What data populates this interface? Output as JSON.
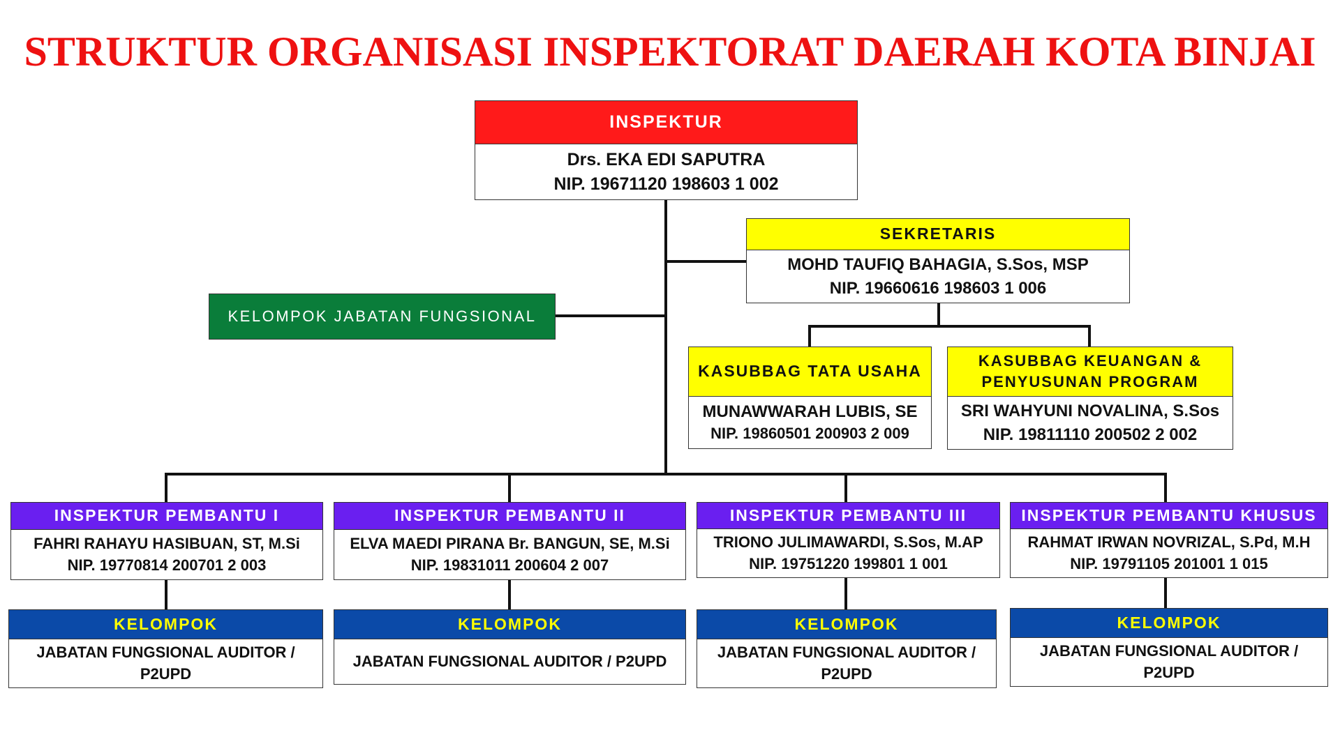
{
  "title": "STRUKTUR ORGANISASI INSPEKTORAT DAERAH KOTA BINJAI",
  "inspektur": {
    "role": "INSPEKTUR",
    "name": "Drs. EKA EDI SAPUTRA",
    "nip": "NIP. 19671120 198603 1 002"
  },
  "sekretaris": {
    "role": "SEKRETARIS",
    "name": "MOHD TAUFIQ BAHAGIA, S.Sos, MSP",
    "nip": "NIP. 19660616 198603 1 006"
  },
  "fungsional": "KELOMPOK JABATAN FUNGSIONAL",
  "kasubbag_tu": {
    "role": "KASUBBAG TATA USAHA",
    "name": "MUNAWWARAH LUBIS, SE",
    "nip": "NIP. 19860501 200903 2 009"
  },
  "kasubbag_keu": {
    "role_line1": "KASUBBAG KEUANGAN &",
    "role_line2": "PENYUSUNAN PROGRAM",
    "name": "SRI WAHYUNI NOVALINA, S.Sos",
    "nip": "NIP. 19811110 200502 2 002"
  },
  "pembantu": [
    {
      "role": "INSPEKTUR PEMBANTU I",
      "name": "FAHRI RAHAYU HASIBUAN, ST, M.Si",
      "nip": "NIP. 19770814 200701 2 003"
    },
    {
      "role": "INSPEKTUR PEMBANTU II",
      "name": "ELVA MAEDI PIRANA Br. BANGUN, SE, M.Si",
      "nip": "NIP. 19831011 200604 2 007"
    },
    {
      "role": "INSPEKTUR PEMBANTU III",
      "name": "TRIONO JULIMAWARDI, S.Sos, M.AP",
      "nip": "NIP. 19751220 199801 1 001"
    },
    {
      "role": "INSPEKTUR PEMBANTU KHUSUS",
      "name": "RAHMAT IRWAN NOVRIZAL, S.Pd, M.H",
      "nip": "NIP. 19791105 201001 1 015"
    }
  ],
  "kelompok": [
    {
      "head": "KELOMPOK",
      "l1": "JABATAN FUNGSIONAL AUDITOR /",
      "l2": "P2UPD"
    },
    {
      "head": "KELOMPOK",
      "l1": "JABATAN FUNGSIONAL AUDITOR / P2UPD",
      "l2": ""
    },
    {
      "head": "KELOMPOK",
      "l1": "JABATAN FUNGSIONAL AUDITOR /",
      "l2": "P2UPD"
    },
    {
      "head": "KELOMPOK",
      "l1": "JABATAN FUNGSIONAL AUDITOR /",
      "l2": "P2UPD"
    }
  ],
  "colors": {
    "title": "#ee1111",
    "inspektur": "#ff1a1a",
    "sekretaris": "#ffff00",
    "fungsional": "#0a7d3a",
    "pembantu": "#6a1ff0",
    "kelompok": "#0b4aa8"
  }
}
